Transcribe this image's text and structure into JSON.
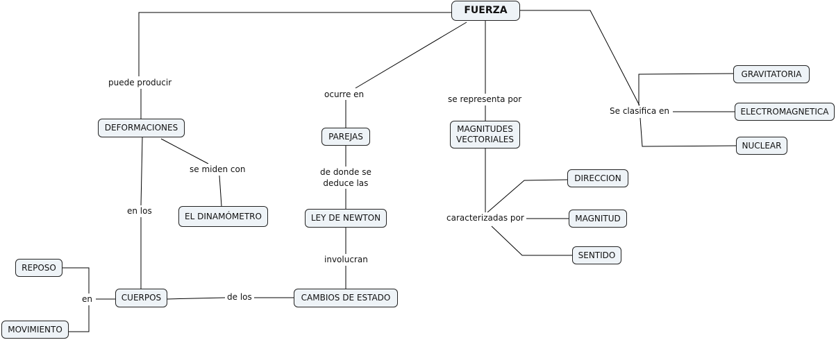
{
  "concepts": {
    "fuerza": "FUERZA",
    "deformaciones": "DEFORMACIONES",
    "dinamometro": "EL DINAMÓMETRO",
    "cuerpos": "CUERPOS",
    "reposo": "REPOSO",
    "movimiento": "MOVIMIENTO",
    "parejas": "PAREJAS",
    "ley_newton": "LEY DE NEWTON",
    "cambios_estado": "CAMBIOS DE ESTADO",
    "magnitudes": "MAGNITUDES\nVECTORIALES",
    "direccion": "DIRECCION",
    "magnitud": "MAGNITUD",
    "sentido": "SENTIDO",
    "gravitatoria": "GRAVITATORIA",
    "electromagnetica": "ELECTROMAGNETICA",
    "nuclear": "NUCLEAR"
  },
  "links": {
    "puede_producir": "puede producir",
    "se_miden_con": "se miden con",
    "en_los": "en los",
    "en": "en",
    "de_los": "de los",
    "ocurre_en": "ocurre en",
    "de_donde": "de donde se\ndeduce las",
    "involucran": "involucran",
    "se_representa_por": "se representa por",
    "caracterizadas_por": "caracterizadas por",
    "se_clasifica_en": "Se clasifica en"
  },
  "colors": {
    "node_fill": "#eef3f7",
    "node_border": "#222222",
    "line": "#000000"
  }
}
